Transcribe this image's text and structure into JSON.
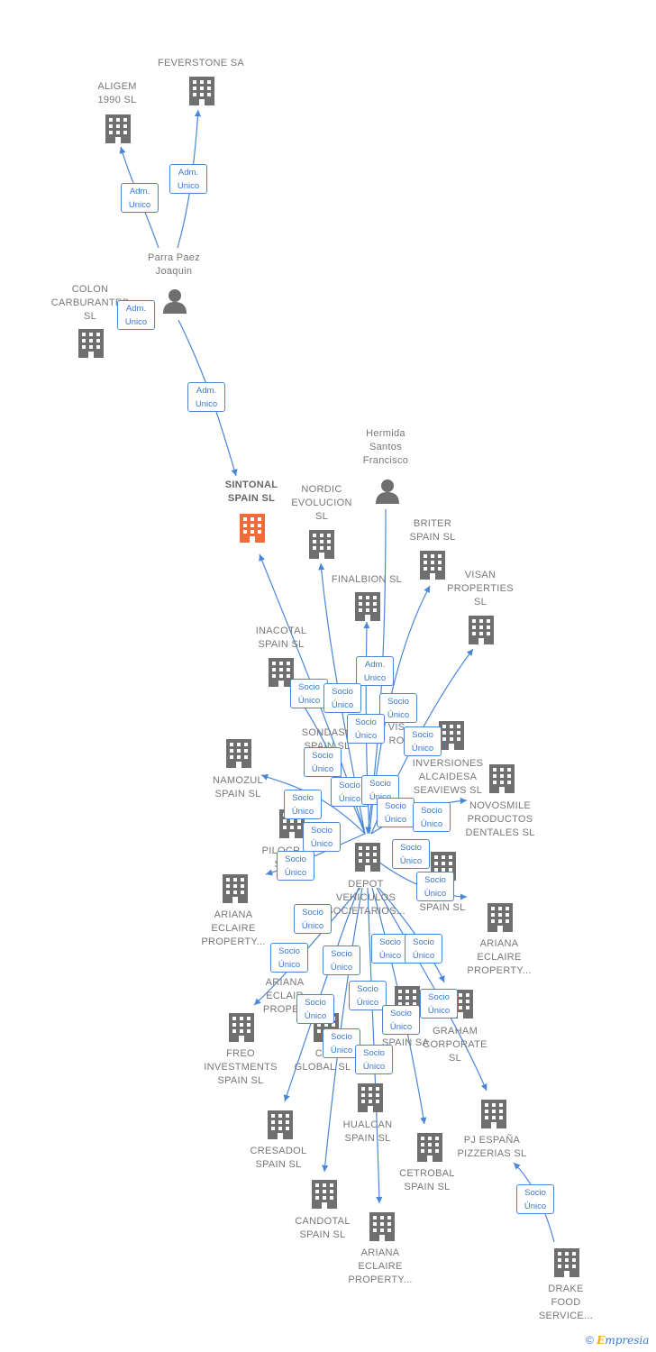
{
  "nodes": {
    "feverstone": "FEVERSTONE SA",
    "aligem": "ALIGEM\n1990 SL",
    "parra": "Parra Paez\nJoaquin",
    "colon": "COLON\nCARBURANTES\nSL",
    "sintonal": "SINTONAL\nSPAIN SL",
    "nordic": "NORDIC\nEVOLUCION\nSL",
    "hermida": "Hermida\nSantos\nFrancisco",
    "briter": "BRITER\nSPAIN SL",
    "finalbion": "FINALBION SL",
    "visan": "VISAN\nPROPERTIES\nSL",
    "inacotal": "INACOTAL\nSPAIN SL",
    "sondasc": "SONDASC\nSPAIN SL",
    "vis_ro": "VIS\nRO",
    "inversiones": "INVERSIONES\nALCAIDESA\nSEAVIEWS SL",
    "namozul": "NAMOZUL\nSPAIN SL",
    "novosmile": "NOVOSMILE\nPRODUCTOS\nDENTALES SL",
    "pilocr": "PILOCR\nSP",
    "depot": "DEPOT\nVEHICULOS\nSOCIETARIOS...",
    "spain_sl": "SPAIN SL",
    "ariana1": "ARIANA\nECLAIRE\nPROPERTY...",
    "ariana2": "ARIANA\nECLAIRE\nPROPERTY...",
    "ariana3": "ARIANA\nECLAIR\nPROPER",
    "freo": "FREO\nINVESTMENTS\nSPAIN SL",
    "cu_global": "CU\nGLOBAL SL",
    "al_spain": "AL\nSPAIN SA",
    "graham": "GRAHAM\nCORPORATE\nSL",
    "cresadol": "CRESADOL\nSPAIN SL",
    "hualcan": "HUALCAN\nSPAIN SL",
    "cetrobal": "CETROBAL\nSPAIN SL",
    "pj_espana": "PJ ESPAÑA\nPIZZERIAS SL",
    "candotal": "CANDOTAL\nSPAIN SL",
    "ariana4": "ARIANA\nECLAIRE\nPROPERTY...",
    "drake": "DRAKE\nFOOD\nSERVICE..."
  },
  "badges": {
    "adm_unico": "Adm.\nUnico",
    "socio_unico": "Socio\nÚnico"
  },
  "colors": {
    "edge": "#4a86d6",
    "building": "#6f6f6f",
    "highlight": "#f26b3a",
    "person": "#6f6f6f"
  },
  "footer": {
    "copyright": "©",
    "brand_initial": "E",
    "brand_rest": "mpresia"
  }
}
